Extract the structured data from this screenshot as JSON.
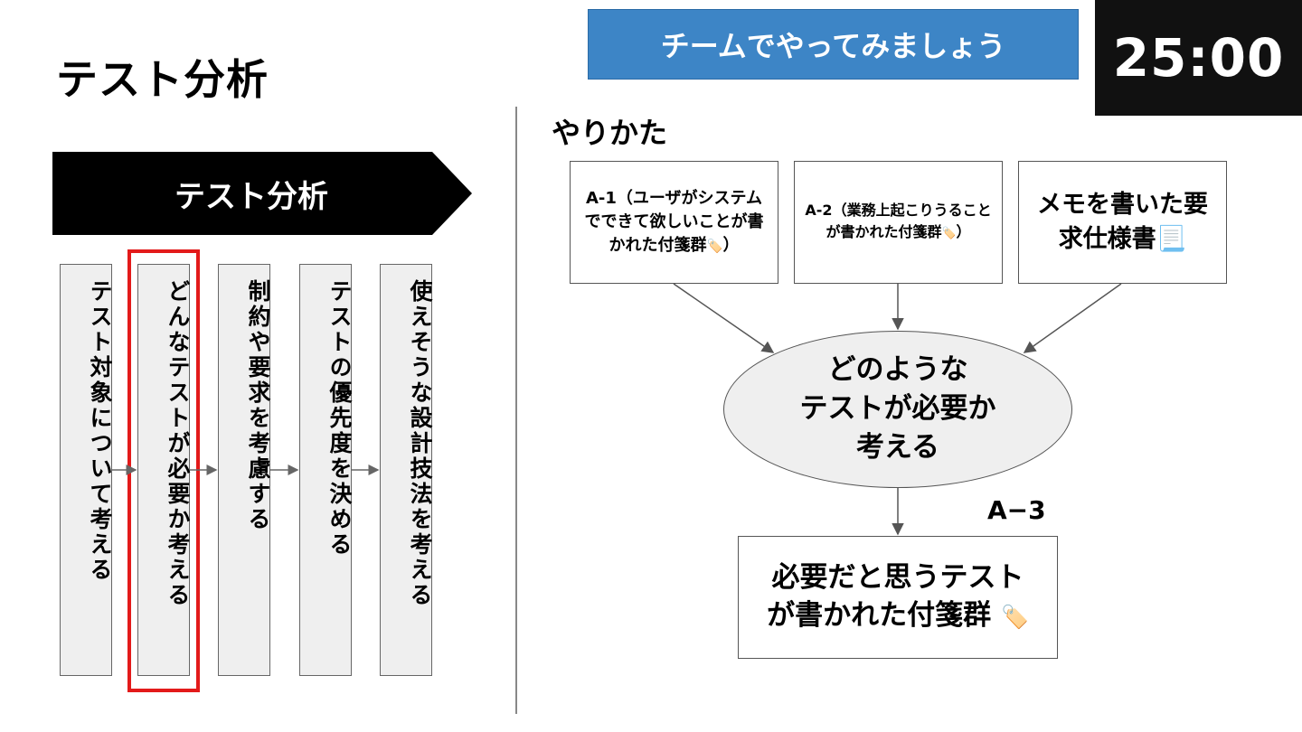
{
  "slide": {
    "title": "テスト分析",
    "team_banner": "チームでやってみましょう",
    "timer": "25:00"
  },
  "left_panel": {
    "arrow_label": "テスト分析",
    "steps": [
      {
        "label": "テスト対象について考える"
      },
      {
        "label": "どんなテストが必要か考える",
        "highlighted": true
      },
      {
        "label": "制約や要求を考慮する"
      },
      {
        "label": "テストの優先度を決める"
      },
      {
        "label": "使えそうな設計技法を考える"
      }
    ],
    "highlight_color": "#e31a1a"
  },
  "right_panel": {
    "heading": "やりかた",
    "inputs": [
      {
        "text": "A-1（ユーザがシステムでできて欲しいことが書かれた付箋群",
        "icon": "label-tag-icon",
        "icon_glyph": "🏷️",
        "suffix": "）"
      },
      {
        "text": "A-2（業務上起こりうることが書かれた付箋群",
        "icon": "label-tag-icon",
        "icon_glyph": "🏷️",
        "suffix": "）"
      },
      {
        "text": "メモを書いた要求仕様書",
        "icon": "document-icon",
        "icon_glyph": "📃"
      }
    ],
    "center": {
      "lines": [
        "どのような",
        "テストが必要か",
        "考える"
      ]
    },
    "step_label": "A−3",
    "output": {
      "lines": [
        "必要だと思うテスト",
        "が書かれた付箋群"
      ],
      "icon": "label-tag-icon",
      "icon_glyph": "🏷️"
    }
  },
  "colors": {
    "banner_blue": "#3d85c6",
    "timer_bg": "#111111",
    "step_bg": "#efefef"
  }
}
